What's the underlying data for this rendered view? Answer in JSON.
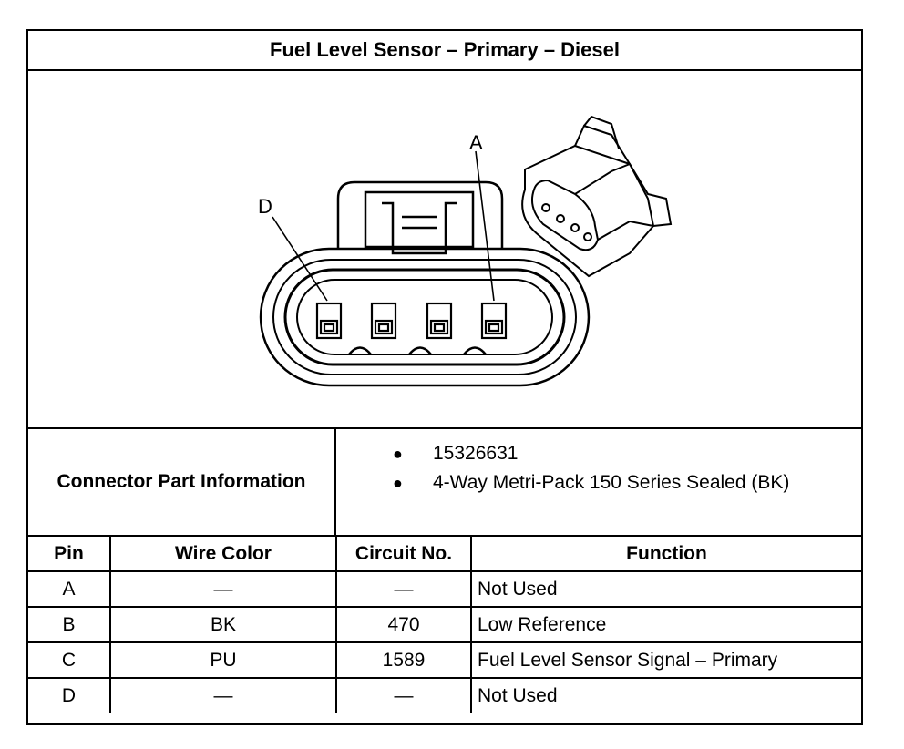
{
  "title": "Fuel Level Sensor – Primary – Diesel",
  "figure": {
    "pin_label_left": "D",
    "pin_label_right": "A"
  },
  "connector_info": {
    "label": "Connector Part Information",
    "items": [
      "15326631",
      "4-Way Metri-Pack 150 Series Sealed (BK)"
    ]
  },
  "pin_table": {
    "headers": [
      "Pin",
      "Wire Color",
      "Circuit No.",
      "Function"
    ],
    "rows": [
      {
        "pin": "A",
        "wire_color": "—",
        "circuit": "—",
        "function": "Not Used"
      },
      {
        "pin": "B",
        "wire_color": "BK",
        "circuit": "470",
        "function": "Low Reference"
      },
      {
        "pin": "C",
        "wire_color": "PU",
        "circuit": "1589",
        "function": "Fuel Level Sensor Signal – Primary"
      },
      {
        "pin": "D",
        "wire_color": "—",
        "circuit": "—",
        "function": "Not Used"
      }
    ]
  }
}
